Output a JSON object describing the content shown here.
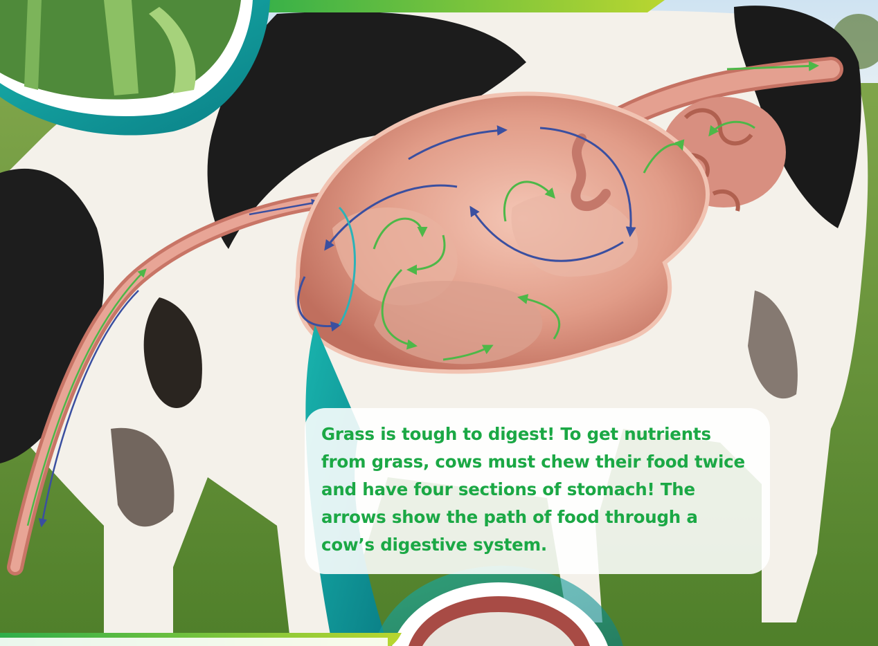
{
  "caption": {
    "text": "Grass is tough to digest! To get nutrients from grass, cows must chew their food twice and have four sections of stomach! The arrows show the path of food through a cow’s digestive system."
  },
  "colors": {
    "caption_text": "#1ba845",
    "arrow_green": "#4db848",
    "arrow_blue": "#3a4fa0",
    "arrow_teal": "#2bb3b8",
    "organ_pink": "#d9897a",
    "callout_teal": "#0fa3a0",
    "banner_lime": "#8cc63f",
    "grass_green": "#6f9a3e"
  },
  "icons": [
    "grass-stem-photo",
    "cow-teeth-photo"
  ]
}
